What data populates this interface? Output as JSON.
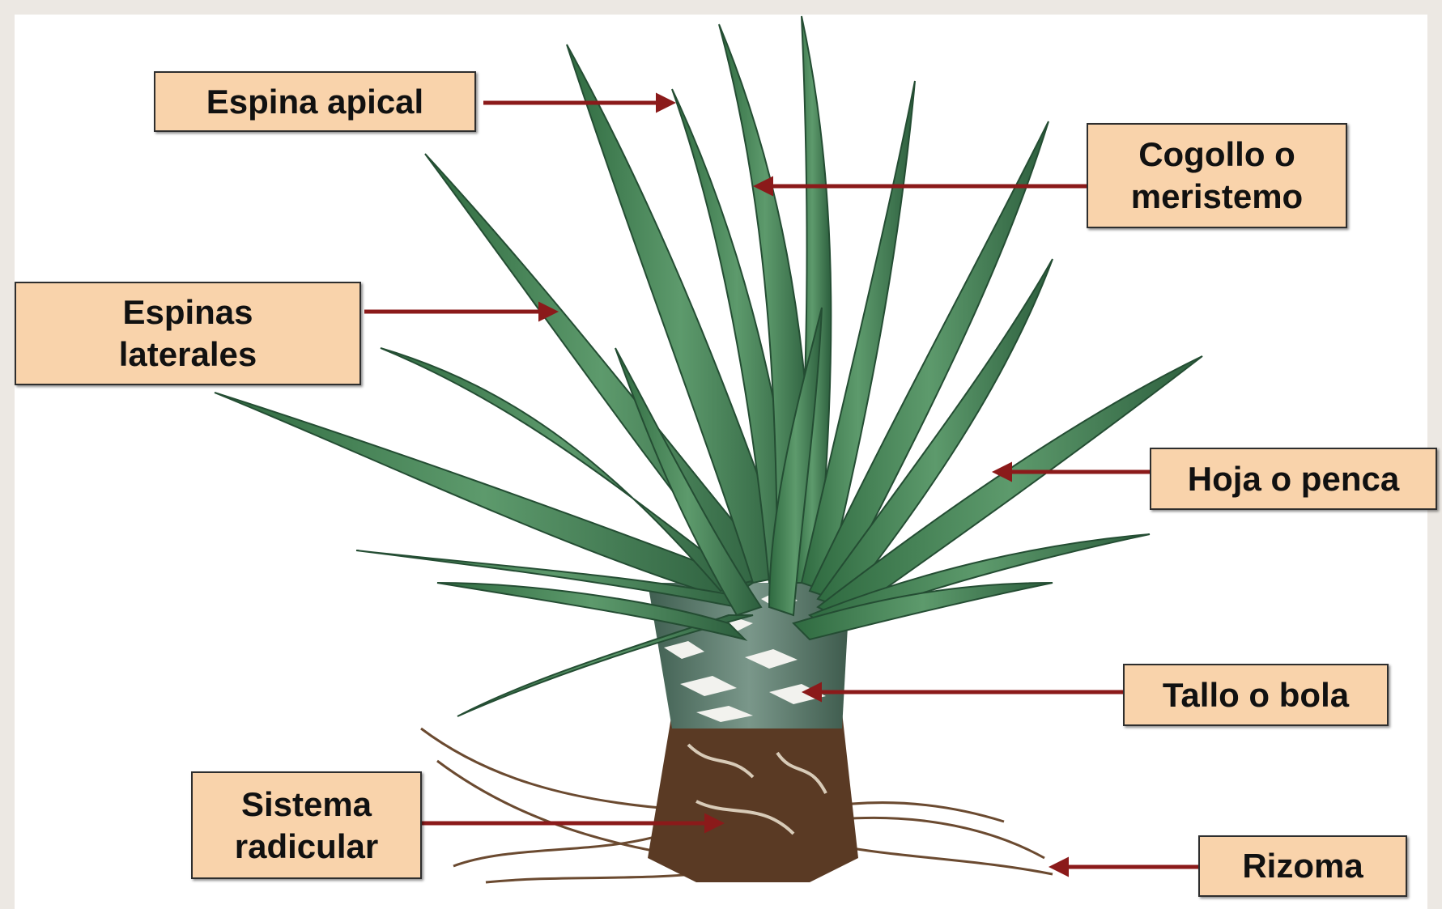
{
  "labels": {
    "espina_apical": "Espina apical",
    "cogollo_line1": "Cogollo o",
    "cogollo_line2": "meristemo",
    "espinas_line1": "Espinas",
    "espinas_line2": "laterales",
    "hoja": "Hoja o penca",
    "tallo": "Tallo o bola",
    "sistema_line1": "Sistema",
    "sistema_line2": "radicular",
    "rizoma": "Rizoma"
  },
  "icons": {
    "plant": "agave-plant-icon"
  },
  "colors": {
    "label_fill": "#f9d3ab",
    "arrow": "#8b1a1a",
    "leaf": "#3f7a4f",
    "stem": "#5f7d6d",
    "root": "#5a3a24",
    "background": "#ffffff",
    "frame": "#ece8e3"
  }
}
